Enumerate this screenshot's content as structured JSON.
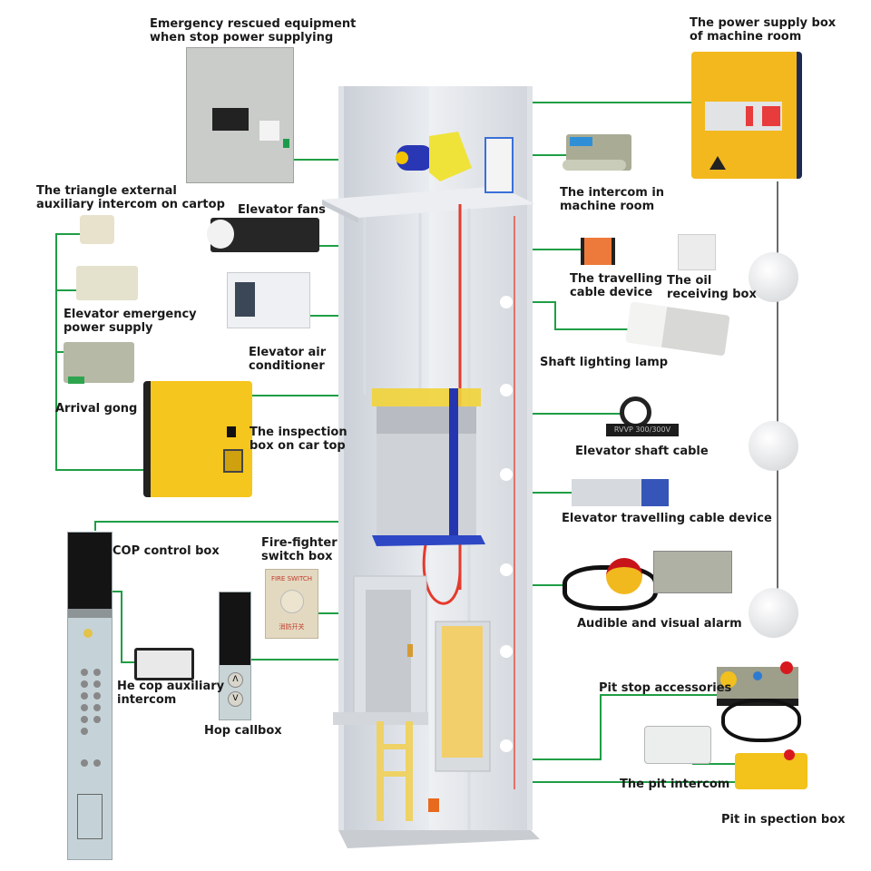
{
  "diagram": {
    "subject": "Elevator shaft components overview",
    "accent_line_color": "#1f9e45",
    "anchor_dot_color": "#f0821e",
    "labels": {
      "emergency_rescue": "Emergency rescued equipment\nwhen stop power supplying",
      "power_supply_box": "The power supply box\nof machine room",
      "triangle_intercom": "The triangle external\nauxiliary intercom on cartop",
      "elevator_fans": "Elevator fans",
      "machine_room_intercom": "The intercom in\nmachine room",
      "travelling_cable_device": "The travelling\ncable device",
      "oil_receiving_box": "The oil\nreceiving box",
      "emergency_power_supply": "Elevator emergency\npower supply",
      "air_conditioner": "Elevator air\nconditioner",
      "shaft_lighting_lamp": "Shaft lighting lamp",
      "arrival_gong": "Arrival gong",
      "inspection_box_car_top": "The inspection\nbox on car top",
      "shaft_cable": "Elevator shaft cable",
      "travelling_cable": "Elevator travelling cable device",
      "cop_control_box": "COP control box",
      "fire_switch_box": "Fire-fighter\nswitch box",
      "audible_visual_alarm": "Audible and visual alarm",
      "cop_aux_intercom": "He cop auxiliary\nintercom",
      "hop_callbox": "Hop callbox",
      "pit_stop_accessories": "Pit stop accessories",
      "pit_intercom": "The pit intercom",
      "pit_inspection_box": "Pit in spection box"
    },
    "product_markings": {
      "fire_switch_text": "FIRE SWITCH",
      "fire_switch_cn": "消防开关",
      "cable_print": "RVVP 300/300V",
      "callbox_up": "Λ",
      "callbox_down": "V"
    }
  }
}
